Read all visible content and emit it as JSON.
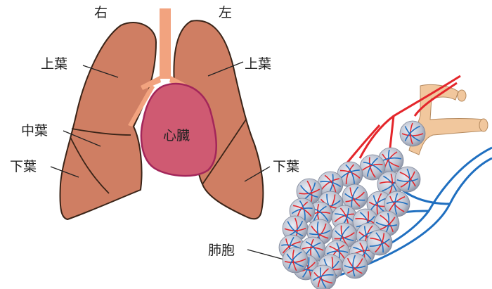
{
  "labels": {
    "right": "右",
    "left": "左",
    "upper_lobe_right": "上葉",
    "upper_lobe_left": "上葉",
    "middle_lobe": "中葉",
    "lower_lobe_right": "下葉",
    "lower_lobe_left": "下葉",
    "heart": "心臓",
    "alveoli": "肺胞"
  },
  "colors": {
    "lung_fill": "#cf7e63",
    "lung_stroke": "#3a2418",
    "heart_fill": "#cf5a72",
    "heart_stroke": "#a3265a",
    "trachea": "#f2a37f",
    "airway": "#f1c79d",
    "artery": "#e4262b",
    "vein": "#1f6fc0",
    "alveolus_fill": "#b8bcc8"
  }
}
